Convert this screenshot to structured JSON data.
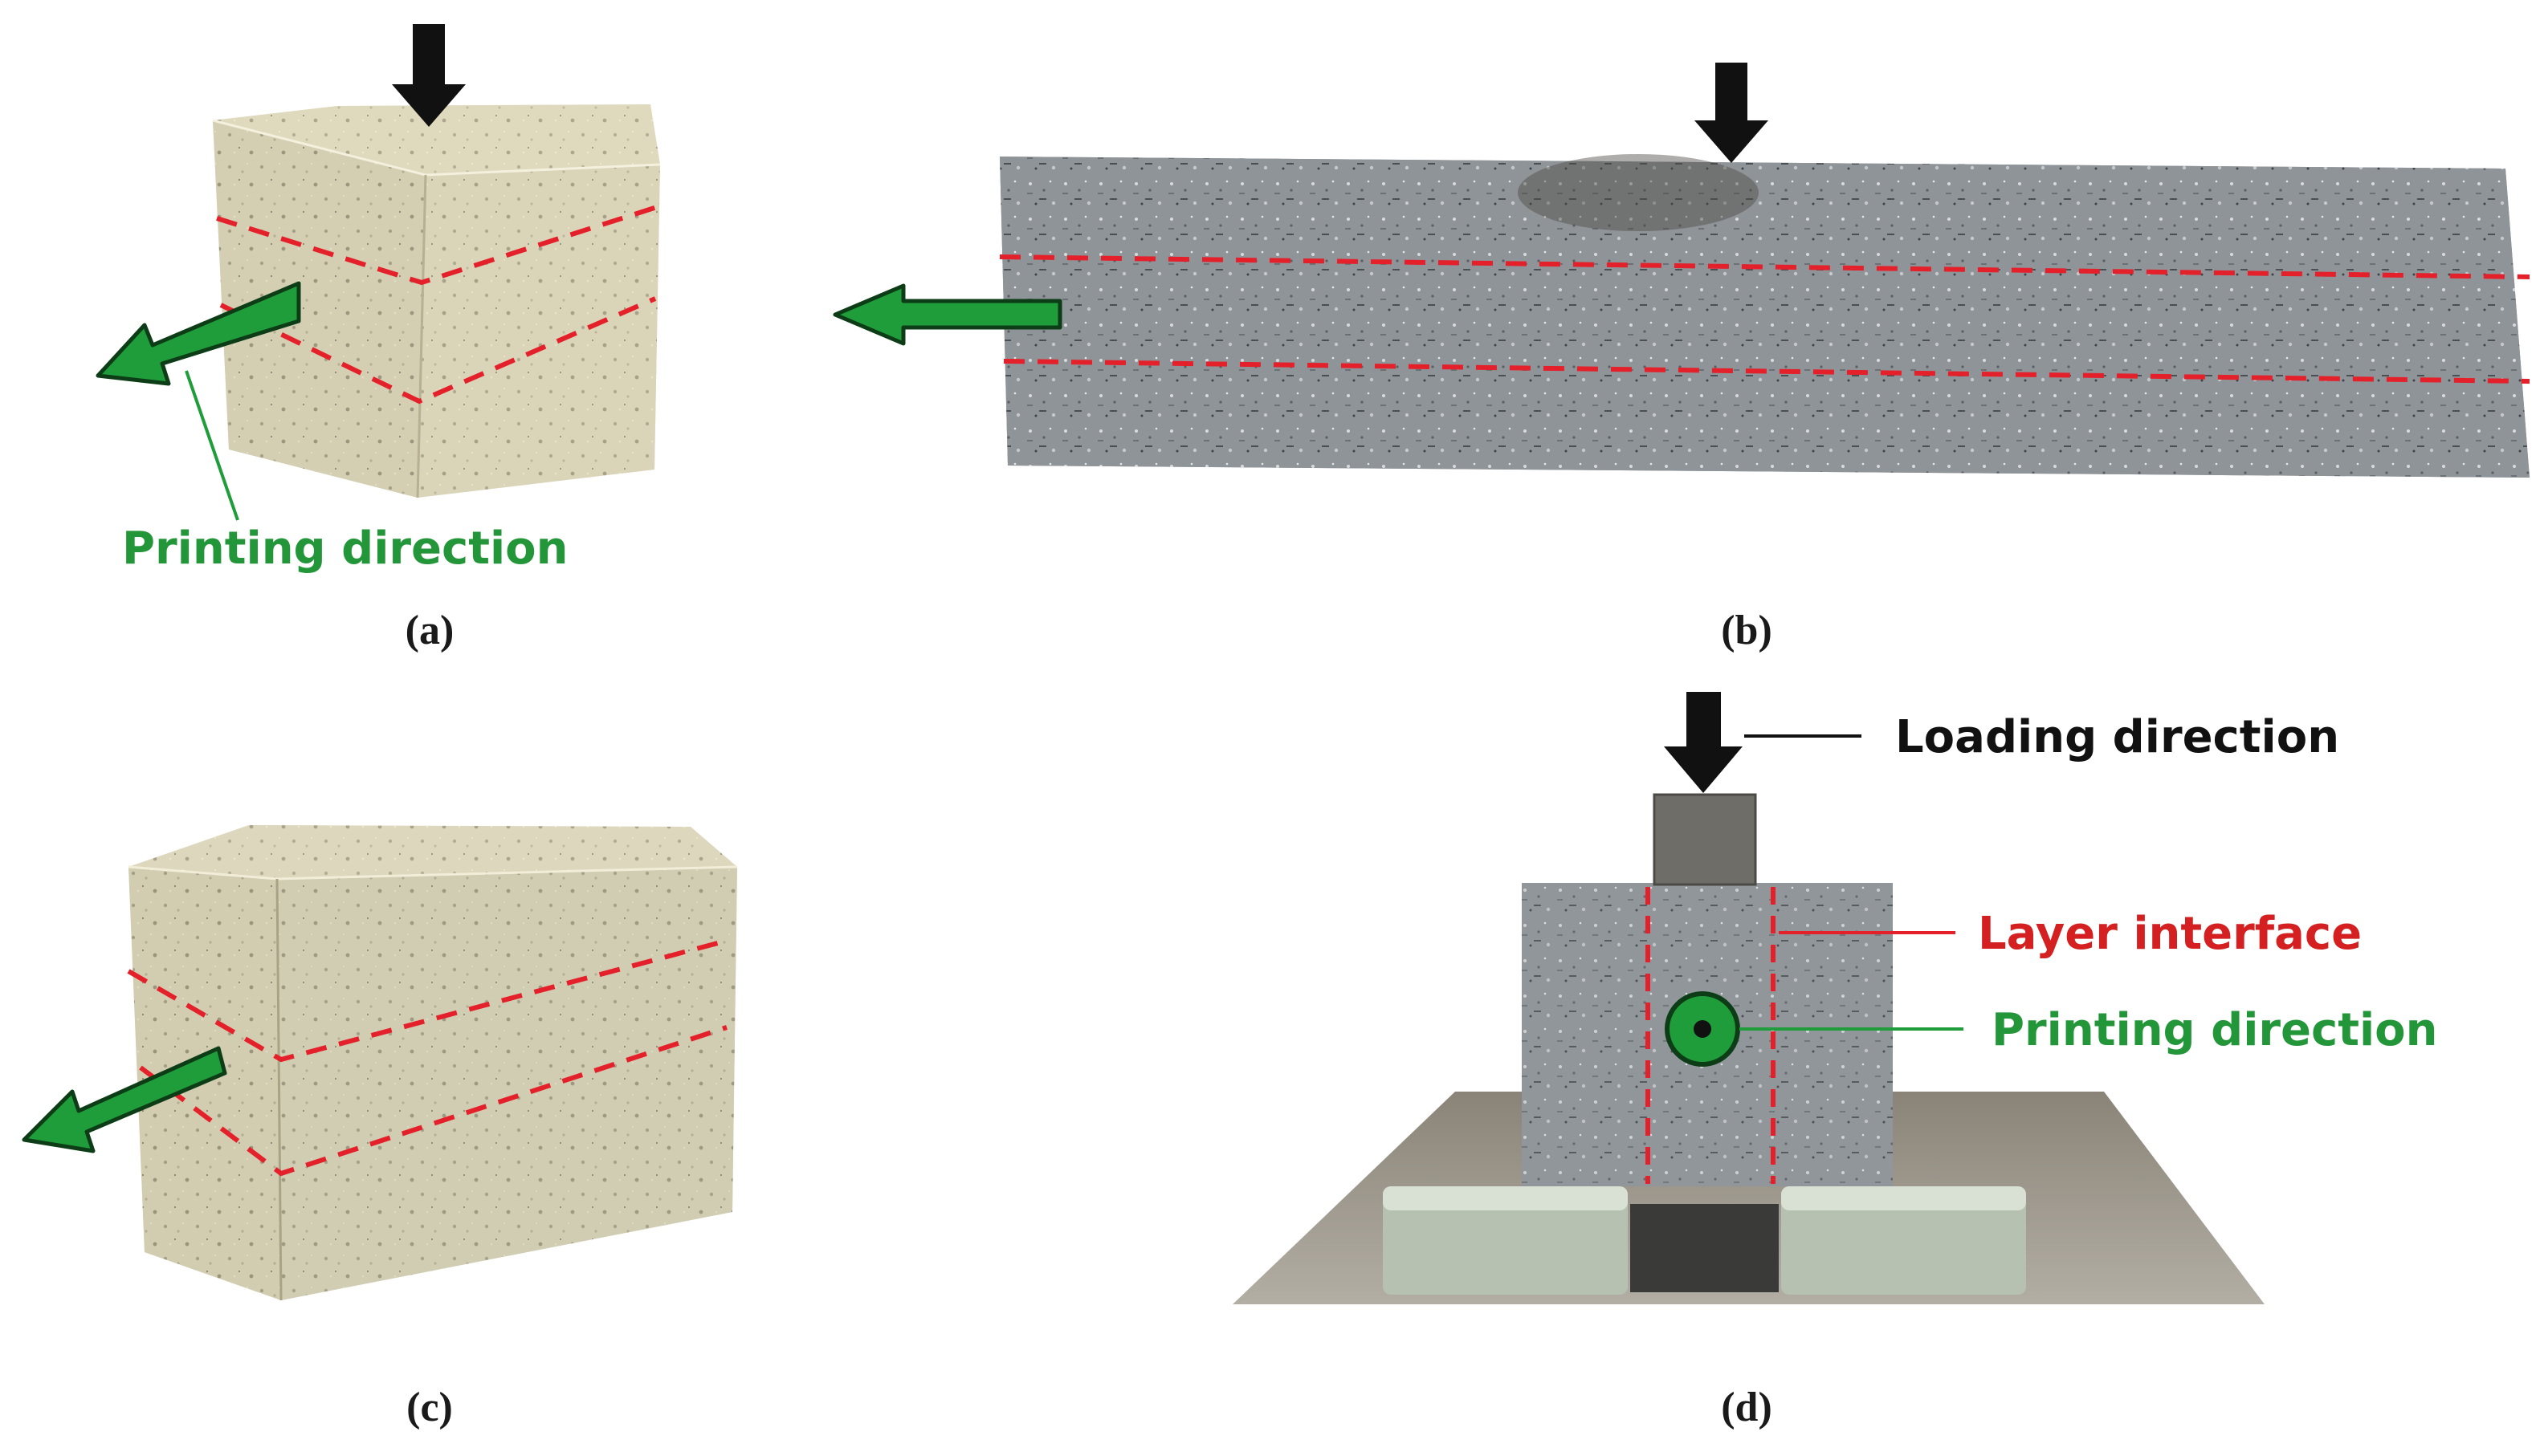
{
  "panels": {
    "a": {
      "caption": "(a)",
      "printing_label": "Printing direction"
    },
    "b": {
      "caption": "(b)"
    },
    "c": {
      "caption": "(c)"
    },
    "d": {
      "caption": "(d)",
      "loading_label": "Loading direction",
      "layer_label": "Layer interface",
      "printing_label": "Printing direction"
    }
  },
  "colors": {
    "interface_line": "#e4202a",
    "printing_arrow": "#1f9d3a",
    "loading_arrow": "#111111",
    "layer_text": "#d42020",
    "printing_text": "#24963a",
    "loading_text": "#111111"
  }
}
